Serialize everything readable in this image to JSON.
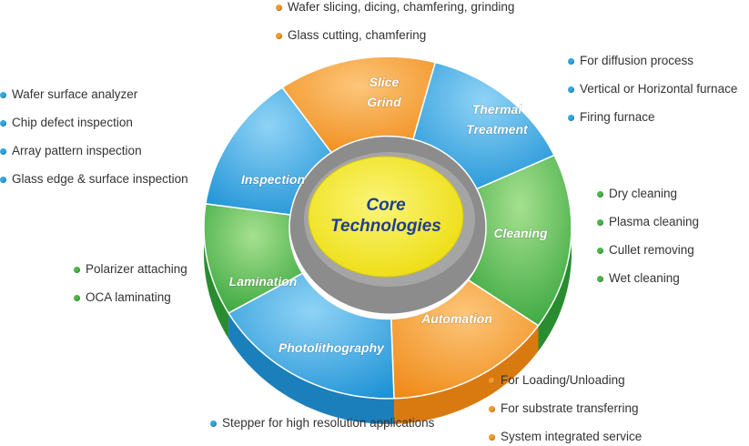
{
  "colors": {
    "orange": "#f39b2c",
    "blue": "#33a6e2",
    "green": "#4bb749",
    "core": "#f2e51f"
  },
  "core": {
    "line1": "Core",
    "line2": "Technologies"
  },
  "segments": [
    {
      "key": "slice-grind",
      "lines": [
        "Slice",
        "Grind"
      ],
      "color": "orange"
    },
    {
      "key": "thermal",
      "lines": [
        "Thermal",
        "Treatment"
      ],
      "color": "blue"
    },
    {
      "key": "cleaning",
      "lines": [
        "Cleaning"
      ],
      "color": "green"
    },
    {
      "key": "automation",
      "lines": [
        "Automation"
      ],
      "color": "orange"
    },
    {
      "key": "photolithography",
      "lines": [
        "Photolithography"
      ],
      "color": "blue"
    },
    {
      "key": "lamination",
      "lines": [
        "Lamination"
      ],
      "color": "green"
    },
    {
      "key": "inspection",
      "lines": [
        "Inspection"
      ],
      "color": "blue"
    }
  ],
  "groups": {
    "slice_grind": {
      "color": "orange",
      "items": [
        "Wafer slicing, dicing, chamfering, grinding",
        "Glass cutting, chamfering"
      ]
    },
    "thermal": {
      "color": "blue",
      "items": [
        "For diffusion process",
        "Vertical or Horizontal furnace",
        "Firing furnace"
      ]
    },
    "cleaning": {
      "color": "green",
      "items": [
        "Dry cleaning",
        "Plasma cleaning",
        "Cullet removing",
        "Wet cleaning"
      ]
    },
    "automation": {
      "color": "orange",
      "items": [
        "For Loading/Unloading",
        "For substrate transferring",
        "System integrated service"
      ]
    },
    "photolithography": {
      "color": "blue",
      "items": [
        "Stepper for high resolution applications"
      ]
    },
    "lamination": {
      "color": "green",
      "items": [
        "Polarizer attaching",
        "OCA laminating"
      ]
    },
    "inspection": {
      "color": "blue",
      "items": [
        "Wafer surface analyzer",
        "Chip defect inspection",
        "Array pattern inspection",
        "Glass edge & surface  inspection"
      ]
    }
  }
}
